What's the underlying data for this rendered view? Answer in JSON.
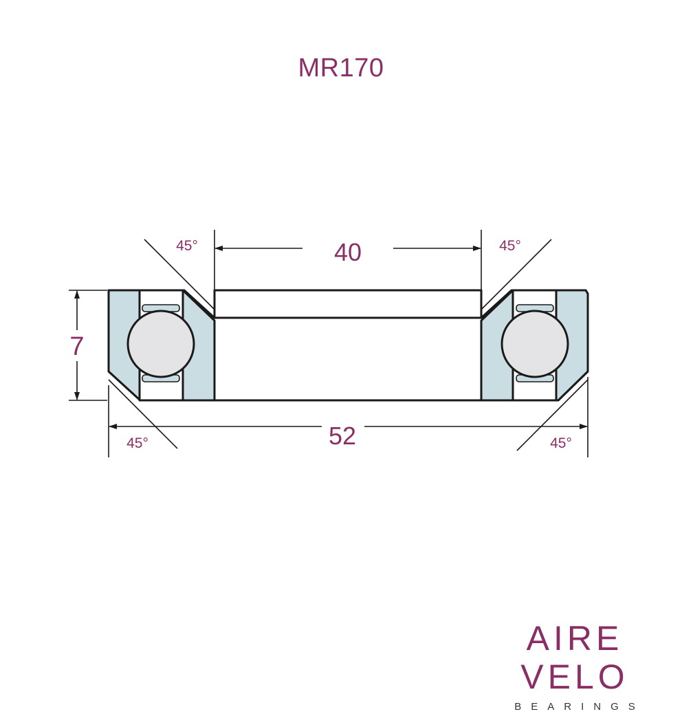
{
  "title": "MR170",
  "dimensions": {
    "inner_diameter": "40",
    "outer_diameter": "52",
    "width": "7",
    "angle_top_left": "45°",
    "angle_top_right": "45°",
    "angle_bottom_left": "45°",
    "angle_bottom_right": "45°"
  },
  "colors": {
    "accent": "#8a2f66",
    "race": "#c9dde3",
    "ball": "#e4e4e6",
    "line": "#1a1a1a"
  },
  "brand": {
    "name": "AIRE VELO",
    "subtitle": "BEARINGS"
  }
}
